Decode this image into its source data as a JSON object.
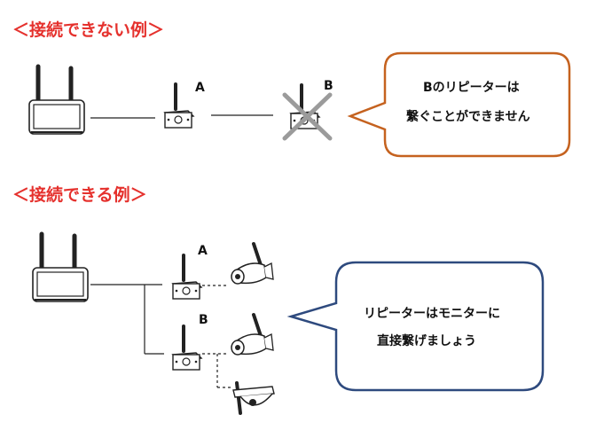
{
  "bad_example": {
    "heading": "＜接続できない例＞",
    "label_a": "A",
    "label_b": "B",
    "bubble_line1": "Bのリピーターは",
    "bubble_line2": "繋ぐことができません"
  },
  "good_example": {
    "heading": "＜接続できる例＞",
    "label_a": "A",
    "label_b": "B",
    "bubble_line1": "リピーターはモニターに",
    "bubble_line2": "直接繋げましょう"
  },
  "colors": {
    "heading": "#e5312d",
    "bubble_bad_border": "#c5621f",
    "bubble_good_border": "#2e4a7e",
    "cross": "#999999"
  }
}
